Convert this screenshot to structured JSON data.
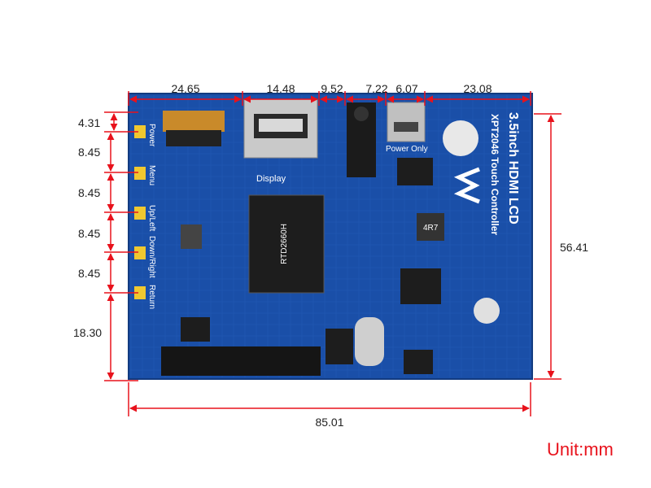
{
  "dimensions": {
    "top": [
      "24.65",
      "14.48",
      "9.52",
      "7.22",
      "6.07",
      "23.08"
    ],
    "left": [
      "4.31",
      "8.45",
      "8.45",
      "8.45",
      "8.45",
      "18.30"
    ],
    "height": "56.41",
    "width": "85.01"
  },
  "unit_label": "Unit:mm",
  "board": {
    "title": "3.5inch HDMI LCD",
    "subtitle": "XPT2046 Touch Controller",
    "display_label": "Display",
    "power_only_label": "Power Only",
    "button_labels": [
      "Power",
      "Menu",
      "Up/Left",
      "Down/Right",
      "Return"
    ],
    "chip_text": "RTD2660H",
    "inductor_text": "4R7",
    "colors": {
      "pcb": "#1a4fa8",
      "dimension_line": "#e8121c",
      "unit_text": "#e8121c"
    }
  }
}
